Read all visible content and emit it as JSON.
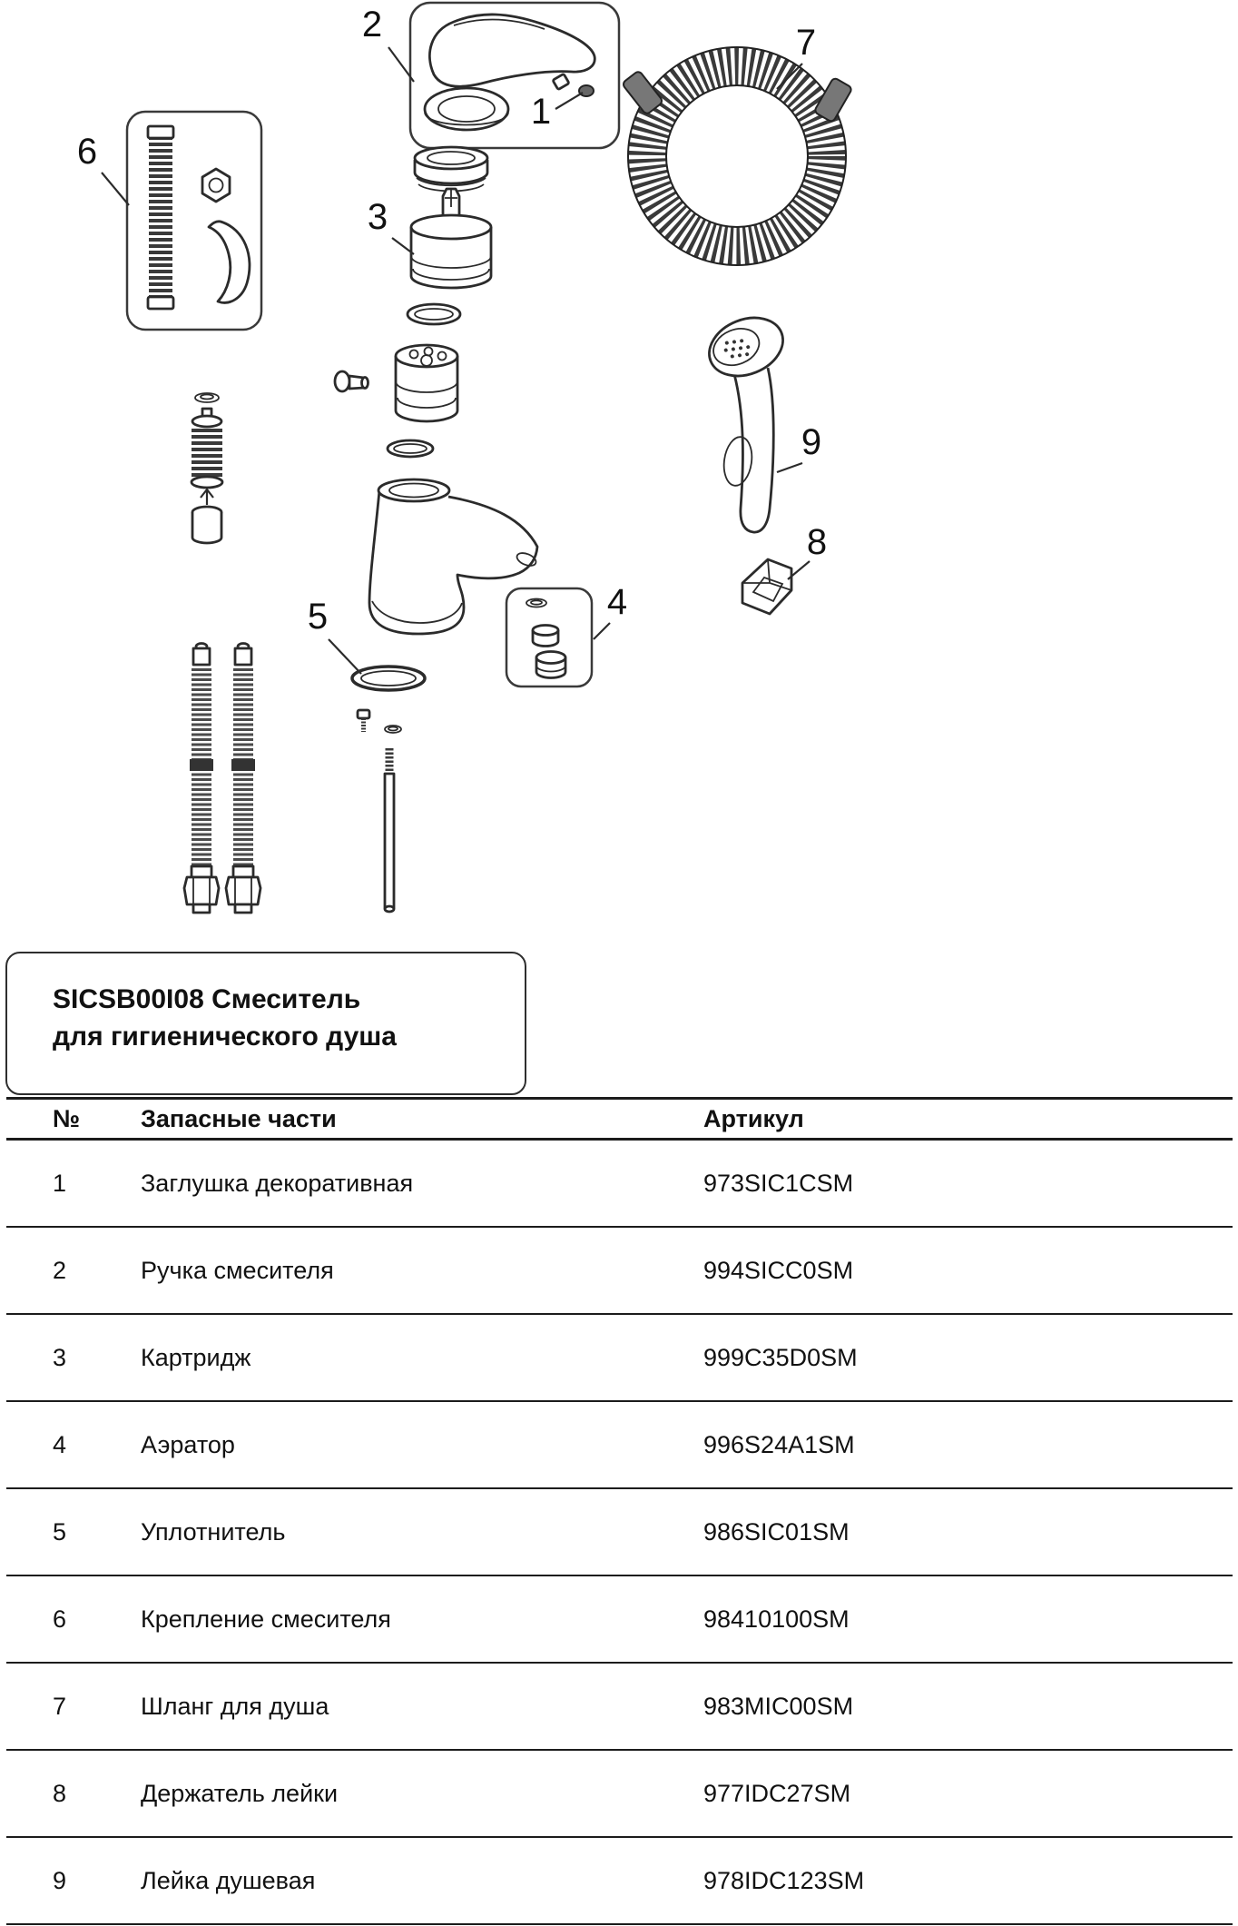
{
  "header": {
    "title_line1": "SICSB00I08 Смеситель",
    "title_line2": "для гигиенического душа"
  },
  "colors": {
    "line_art": "#2b2b2b",
    "text": "#111111",
    "background": "#ffffff"
  },
  "diagram": {
    "description": "exploded-view-of-hygienic-shower-mixer",
    "callouts": [
      "1",
      "2",
      "3",
      "4",
      "5",
      "6",
      "7",
      "8",
      "9"
    ]
  },
  "table": {
    "headers": {
      "num": "№",
      "part": "Запасные части",
      "article": "Артикул"
    },
    "rows": [
      {
        "num": "1",
        "part": "Заглушка декоративная",
        "article": "973SIC1CSM"
      },
      {
        "num": "2",
        "part": "Ручка смесителя",
        "article": "994SICC0SM"
      },
      {
        "num": "3",
        "part": "Картридж",
        "article": "999C35D0SM"
      },
      {
        "num": "4",
        "part": "Аэратор",
        "article": "996S24A1SM"
      },
      {
        "num": "5",
        "part": "Уплотнитель",
        "article": "986SIC01SM"
      },
      {
        "num": "6",
        "part": "Крепление смесителя",
        "article": "98410100SM"
      },
      {
        "num": "7",
        "part": "Шланг для душа",
        "article": "983MIC00SM"
      },
      {
        "num": "8",
        "part": "Держатель лейки",
        "article": "977IDC27SM"
      },
      {
        "num": "9",
        "part": "Лейка душевая",
        "article": "978IDC123SM"
      }
    ]
  }
}
